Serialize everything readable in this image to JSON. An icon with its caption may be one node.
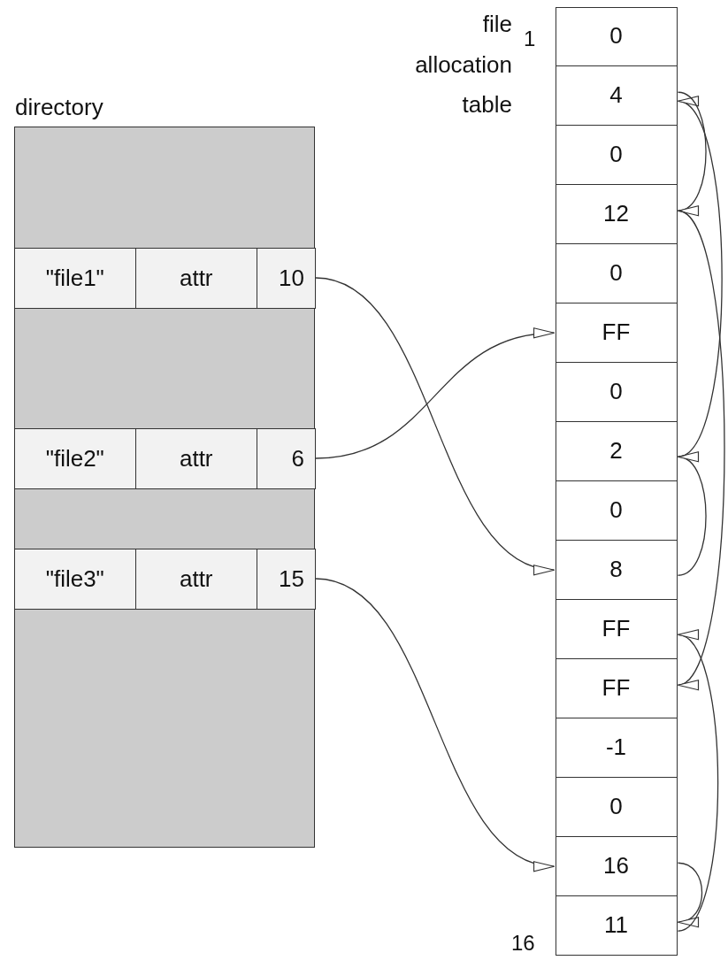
{
  "diagram": {
    "nodes": [
      {
        "text": [
          "directory"
        ]
      },
      {
        "text": [
          "\"file1\""
        ],
        "in": 0
      },
      {
        "text": [
          "attr"
        ],
        "in": 0
      },
      {
        "text": [
          "10"
        ],
        "in": 0
      },
      {
        "text": [
          "\"file2\""
        ],
        "in": 0
      },
      {
        "text": [
          "attr"
        ],
        "in": 0
      },
      {
        "text": [
          "6"
        ],
        "in": 0
      },
      {
        "text": [
          "\"file3\""
        ],
        "in": 0
      },
      {
        "text": [
          "attr"
        ],
        "in": 0
      },
      {
        "text": [
          "15"
        ],
        "in": 0
      },
      {
        "text": [
          "file allocation table"
        ]
      },
      {
        "text": [
          "0"
        ],
        "in": 10
      },
      {
        "text": [
          "4"
        ],
        "in": 10
      },
      {
        "text": [
          "0"
        ],
        "in": 10
      },
      {
        "text": [
          "12"
        ],
        "in": 10
      },
      {
        "text": [
          "0"
        ],
        "in": 10
      },
      {
        "text": [
          "FF"
        ],
        "in": 10
      },
      {
        "text": [
          "0"
        ],
        "in": 10
      },
      {
        "text": [
          "2"
        ],
        "in": 10
      },
      {
        "text": [
          "0"
        ],
        "in": 10
      },
      {
        "text": [
          "8"
        ],
        "in": 10
      },
      {
        "text": [
          "FF"
        ],
        "in": 10
      },
      {
        "text": [
          "FF"
        ],
        "in": 10
      },
      {
        "text": [
          "-1"
        ],
        "in": 10
      },
      {
        "text": [
          "0"
        ],
        "in": 10
      },
      {
        "text": [
          "16"
        ],
        "in": 10
      },
      {
        "text": [
          "11"
        ],
        "in": 10
      }
    ],
    "edges": [
      {
        "from": 3,
        "to": 20,
        "arrow": "to"
      },
      {
        "from": 6,
        "to": 16,
        "arrow": "to"
      },
      {
        "from": 9,
        "to": 25,
        "arrow": "to"
      },
      {
        "from": 20,
        "to": 18,
        "arrow": "to"
      },
      {
        "from": 18,
        "to": 12,
        "arrow": "to"
      },
      {
        "from": 12,
        "to": 14,
        "arrow": "to"
      },
      {
        "from": 14,
        "to": 22,
        "arrow": "to"
      },
      {
        "from": 25,
        "to": 26,
        "arrow": "to"
      },
      {
        "from": 26,
        "to": 21,
        "arrow": "to"
      }
    ],
    "labels": [
      "1",
      "16"
    ]
  }
}
